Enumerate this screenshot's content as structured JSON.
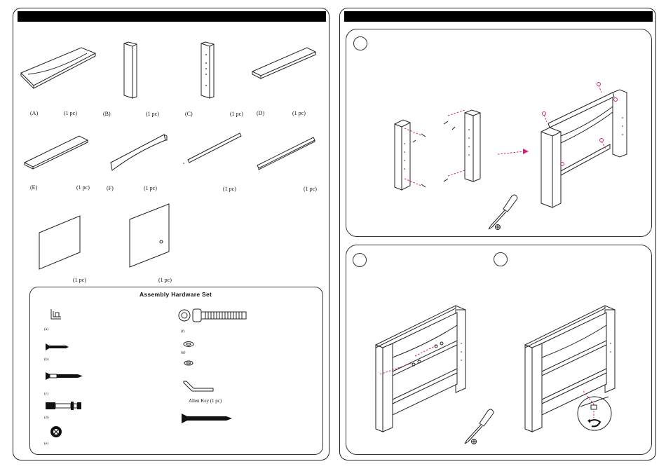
{
  "parts": [
    {
      "letter": "(A)",
      "qty": "(1 pc)"
    },
    {
      "letter": "(B)",
      "qty": "(1 pc)"
    },
    {
      "letter": "(C)",
      "qty": "(1 pc)"
    },
    {
      "letter": "(D)",
      "qty": "(1 pc)"
    },
    {
      "letter": "(E)",
      "qty": "(1 pc)"
    },
    {
      "letter": "(F)",
      "qty": "(1 pc)"
    },
    {
      "letter": "",
      "qty": "(1 pc)"
    },
    {
      "letter": "",
      "qty": "(1 pc)"
    },
    {
      "letter": "",
      "qty": "(1 pc)"
    },
    {
      "letter": "",
      "qty": "(1 pc)"
    }
  ],
  "hardware": {
    "title": "Assembly Hardware Set",
    "items": [
      {
        "label": "(a)",
        "icon": "l-bracket-icon"
      },
      {
        "label": "(b)",
        "icon": "short-screw-icon"
      },
      {
        "label": "(c)",
        "icon": "long-screw-icon"
      },
      {
        "label": "(d)",
        "icon": "cam-bolt-icon"
      },
      {
        "label": "(e)",
        "icon": "cam-lock-icon"
      },
      {
        "label": "(f)",
        "icon": "bolt-washer-icon"
      },
      {
        "label": "(g)",
        "icon": "washer-icon"
      },
      {
        "label": "Allen Key (1 pc)",
        "icon": "allen-key-icon"
      },
      {
        "label": "",
        "icon": "wood-screw-icon"
      }
    ]
  },
  "steps": {
    "step1_tool": "phillips-screwdriver-icon",
    "step2_tool": "phillips-screwdriver-icon"
  },
  "colors": {
    "header_bar": "#000000",
    "accent": "#d4237a"
  }
}
